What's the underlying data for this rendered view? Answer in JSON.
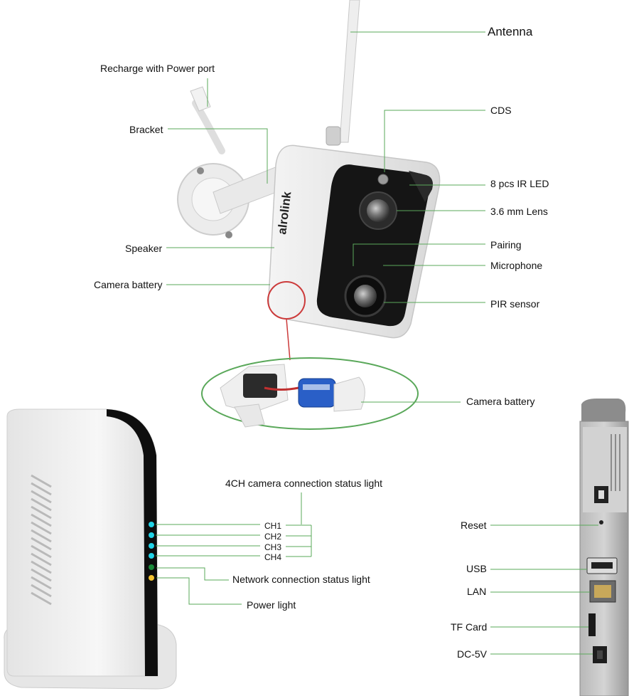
{
  "camera": {
    "brand": "alrolink",
    "labels": {
      "antenna": "Antenna",
      "recharge": "Recharge with Power port",
      "bracket": "Bracket",
      "speaker": "Speaker",
      "camera_battery_left": "Camera battery",
      "cds": "CDS",
      "ir_led": "8 pcs IR LED",
      "lens": "3.6 mm Lens",
      "pairing": "Pairing",
      "microphone": "Microphone",
      "pir": "PIR sensor",
      "camera_battery_right": "Camera battery"
    }
  },
  "nvr": {
    "status_title": "4CH camera connection status light",
    "channels": [
      "CH1",
      "CH2",
      "CH3",
      "CH4"
    ],
    "network": "Network connection status light",
    "power": "Power light",
    "colors": {
      "channel_led": "#22d3e6",
      "network_led": "#1a8a3a",
      "power_led": "#f2c230",
      "callout_line": "#5aa85a"
    }
  },
  "rear_panel": {
    "ports": {
      "reset": "Reset",
      "usb": "USB",
      "lan": "LAN",
      "tf": "TF Card",
      "dc": "DC-5V"
    }
  }
}
